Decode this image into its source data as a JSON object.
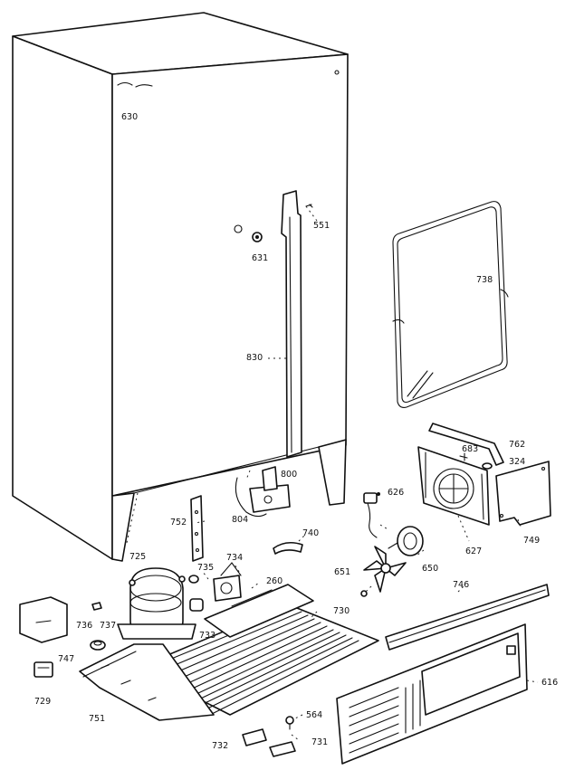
{
  "callouts": [
    "630",
    "551",
    "631",
    "738",
    "830",
    "762",
    "683",
    "324",
    "800",
    "804",
    "752",
    "626",
    "740",
    "749",
    "627",
    "725",
    "735",
    "734",
    "260",
    "651",
    "650",
    "746",
    "736",
    "737",
    "733",
    "730",
    "747",
    "616",
    "729",
    "751",
    "564",
    "732",
    "731"
  ]
}
